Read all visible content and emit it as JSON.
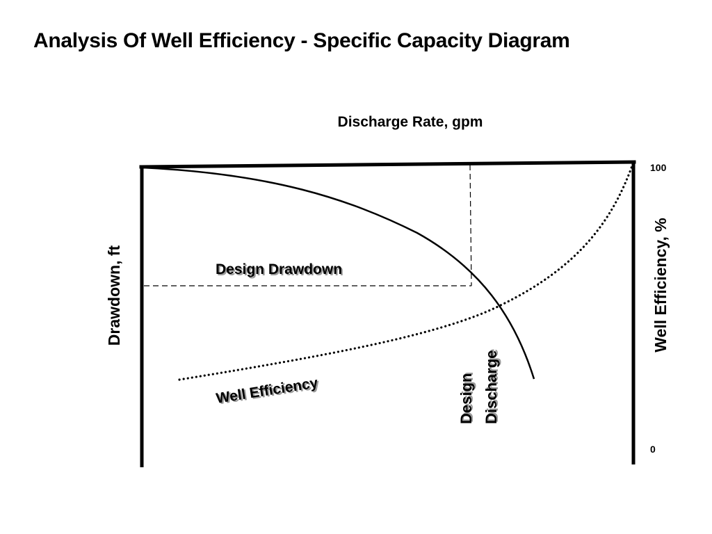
{
  "slide": {
    "title": "Analysis Of Well Efficiency - Specific Capacity Diagram"
  },
  "diagram": {
    "top_axis_label": "Discharge Rate, gpm",
    "left_axis_label": "Drawdown, ft",
    "right_axis_label": "Well Efficiency, %",
    "right_axis_ticks": {
      "top": "100",
      "bottom": "0"
    },
    "annotations": {
      "design_drawdown": "Design Drawdown",
      "well_efficiency": "Well Efficiency",
      "design_discharge_line1": "Design",
      "design_discharge_line2": "Discharge"
    },
    "colors": {
      "ink": "#000000",
      "shadow": "#9a9a9a",
      "background": "#ffffff"
    }
  }
}
